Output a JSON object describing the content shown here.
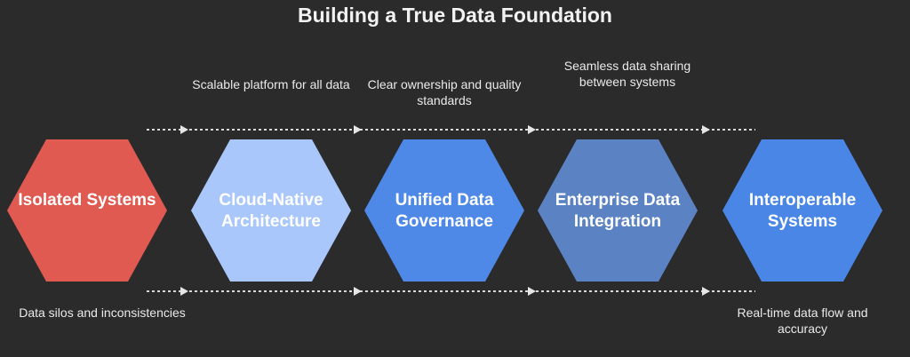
{
  "title": "Building a True Data Foundation",
  "stages": [
    {
      "label": "Isolated Systems",
      "color": "#e05a52"
    },
    {
      "label": "Cloud-Native Architecture",
      "color": "#a9c7fb"
    },
    {
      "label": "Unified Data Governance",
      "color": "#4e89e8"
    },
    {
      "label": "Enterprise Data Integration",
      "color": "#5b83c4"
    },
    {
      "label": "Interoperable Systems",
      "color": "#4a86e6"
    }
  ],
  "top_notes": [
    "Scalable platform for all data",
    "Clear ownership and quality standards",
    "Seamless data sharing between systems"
  ],
  "bottom_notes": [
    "Data silos and inconsistencies",
    "Real-time data flow and accuracy"
  ]
}
